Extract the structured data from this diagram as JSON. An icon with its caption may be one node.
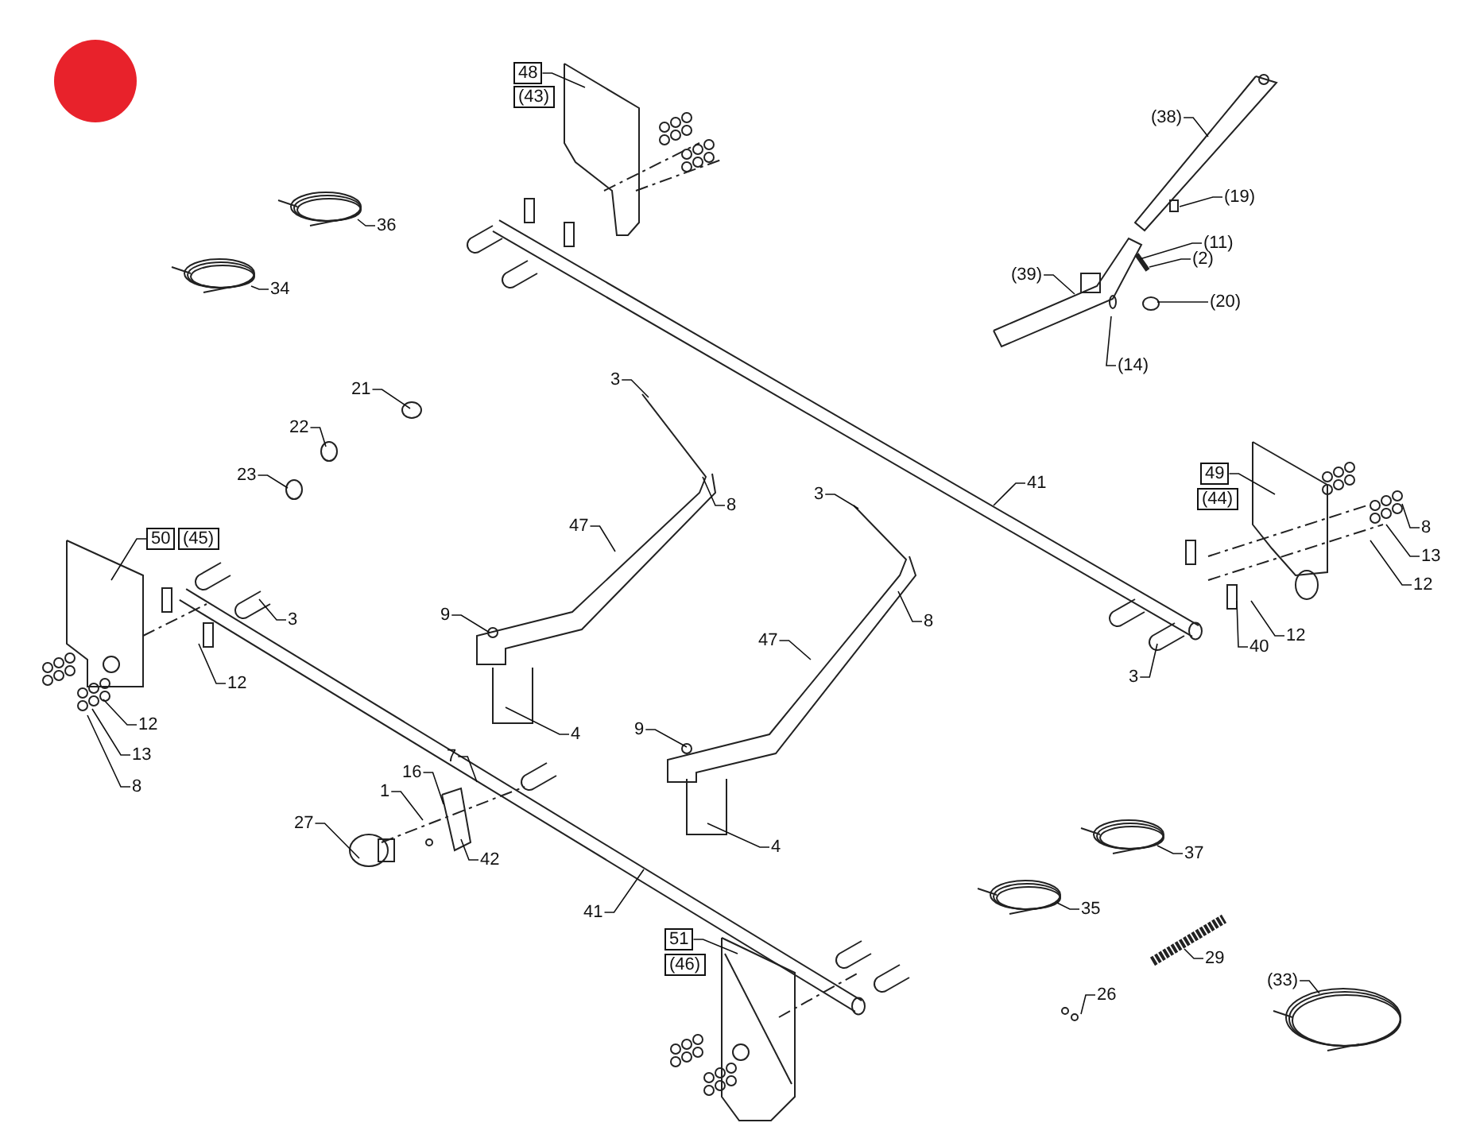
{
  "diagram": {
    "nodes": [
      {
        "text": [
          "48"
        ]
      },
      {
        "text": [
          "(43)"
        ]
      },
      {
        "text": [
          "36"
        ]
      },
      {
        "text": [
          "34"
        ]
      },
      {
        "text": [
          "(38)"
        ]
      },
      {
        "text": [
          "(19)"
        ]
      },
      {
        "text": [
          "(11)"
        ]
      },
      {
        "text": [
          "(2)"
        ]
      },
      {
        "text": [
          "(20)"
        ]
      },
      {
        "text": [
          "(39)"
        ]
      },
      {
        "text": [
          "(14)"
        ]
      },
      {
        "text": [
          "21"
        ]
      },
      {
        "text": [
          "22"
        ]
      },
      {
        "text": [
          "23"
        ]
      },
      {
        "text": [
          "3"
        ]
      },
      {
        "text": [
          "8"
        ]
      },
      {
        "text": [
          "47"
        ]
      },
      {
        "text": [
          "3"
        ]
      },
      {
        "text": [
          "41"
        ]
      },
      {
        "text": [
          "49"
        ]
      },
      {
        "text": [
          "(44)"
        ]
      },
      {
        "text": [
          "8"
        ]
      },
      {
        "text": [
          "13"
        ]
      },
      {
        "text": [
          "12"
        ]
      },
      {
        "text": [
          "50"
        ]
      },
      {
        "text": [
          "(45)"
        ]
      },
      {
        "text": [
          "3"
        ]
      },
      {
        "text": [
          "8"
        ]
      },
      {
        "text": [
          "47"
        ]
      },
      {
        "text": [
          "12"
        ]
      },
      {
        "text": [
          "12"
        ]
      },
      {
        "text": [
          "40"
        ]
      },
      {
        "text": [
          "3"
        ]
      },
      {
        "text": [
          "9"
        ]
      },
      {
        "text": [
          "4"
        ]
      },
      {
        "text": [
          "12"
        ]
      },
      {
        "text": [
          "13"
        ]
      },
      {
        "text": [
          "8"
        ]
      },
      {
        "text": [
          "9"
        ]
      },
      {
        "text": [
          "7"
        ]
      },
      {
        "text": [
          "16"
        ]
      },
      {
        "text": [
          "1"
        ]
      },
      {
        "text": [
          "27"
        ]
      },
      {
        "text": [
          "42"
        ]
      },
      {
        "text": [
          "4"
        ]
      },
      {
        "text": [
          "41"
        ]
      },
      {
        "text": [
          "37"
        ]
      },
      {
        "text": [
          "35"
        ]
      },
      {
        "text": [
          "51"
        ]
      },
      {
        "text": [
          "(46)"
        ]
      },
      {
        "text": [
          "29"
        ]
      },
      {
        "text": [
          "26"
        ]
      },
      {
        "text": [
          "(33)"
        ]
      }
    ],
    "edges": [
      {
        "from": 0,
        "to": null,
        "arrow": "none"
      },
      {
        "from": 2,
        "to": null,
        "arrow": "none"
      },
      {
        "from": 3,
        "to": null,
        "arrow": "none"
      },
      {
        "from": 4,
        "to": null,
        "arrow": "none"
      },
      {
        "from": 5,
        "to": null,
        "arrow": "none"
      },
      {
        "from": 6,
        "to": null,
        "arrow": "none"
      },
      {
        "from": 7,
        "to": null,
        "arrow": "none"
      },
      {
        "from": 8,
        "to": null,
        "arrow": "none"
      },
      {
        "from": 9,
        "to": null,
        "arrow": "none"
      },
      {
        "from": 10,
        "to": null,
        "arrow": "none"
      },
      {
        "from": 11,
        "to": null,
        "arrow": "none"
      },
      {
        "from": 12,
        "to": null,
        "arrow": "none"
      },
      {
        "from": 13,
        "to": null,
        "arrow": "none"
      },
      {
        "from": 14,
        "to": null,
        "arrow": "none"
      },
      {
        "from": 15,
        "to": null,
        "arrow": "none"
      },
      {
        "from": 16,
        "to": null,
        "arrow": "none"
      },
      {
        "from": 17,
        "to": null,
        "arrow": "none"
      },
      {
        "from": 18,
        "to": null,
        "arrow": "none"
      },
      {
        "from": 19,
        "to": null,
        "arrow": "none"
      },
      {
        "from": 21,
        "to": null,
        "arrow": "none"
      },
      {
        "from": 22,
        "to": null,
        "arrow": "none"
      },
      {
        "from": 23,
        "to": null,
        "arrow": "none"
      },
      {
        "from": 24,
        "to": null,
        "arrow": "none"
      },
      {
        "from": 26,
        "to": null,
        "arrow": "none"
      },
      {
        "from": 27,
        "to": null,
        "arrow": "none"
      },
      {
        "from": 28,
        "to": null,
        "arrow": "none"
      },
      {
        "from": 29,
        "to": null,
        "arrow": "none"
      },
      {
        "from": 30,
        "to": null,
        "arrow": "none"
      },
      {
        "from": 31,
        "to": null,
        "arrow": "none"
      },
      {
        "from": 32,
        "to": null,
        "arrow": "none"
      },
      {
        "from": 33,
        "to": null,
        "arrow": "none"
      },
      {
        "from": 34,
        "to": null,
        "arrow": "none"
      },
      {
        "from": 35,
        "to": null,
        "arrow": "none"
      },
      {
        "from": 36,
        "to": null,
        "arrow": "none"
      },
      {
        "from": 37,
        "to": null,
        "arrow": "none"
      },
      {
        "from": 38,
        "to": null,
        "arrow": "none"
      },
      {
        "from": 39,
        "to": null,
        "arrow": "none"
      },
      {
        "from": 40,
        "to": null,
        "arrow": "none"
      },
      {
        "from": 41,
        "to": null,
        "arrow": "none"
      },
      {
        "from": 42,
        "to": null,
        "arrow": "none"
      },
      {
        "from": 43,
        "to": null,
        "arrow": "none"
      },
      {
        "from": 44,
        "to": null,
        "arrow": "none"
      },
      {
        "from": 45,
        "to": null,
        "arrow": "none"
      },
      {
        "from": 46,
        "to": null,
        "arrow": "none"
      },
      {
        "from": 47,
        "to": null,
        "arrow": "none"
      },
      {
        "from": 48,
        "to": null,
        "arrow": "none"
      },
      {
        "from": 50,
        "to": null,
        "arrow": "none"
      },
      {
        "from": 51,
        "to": null,
        "arrow": "none"
      },
      {
        "from": 52,
        "to": null,
        "arrow": "none"
      }
    ]
  }
}
